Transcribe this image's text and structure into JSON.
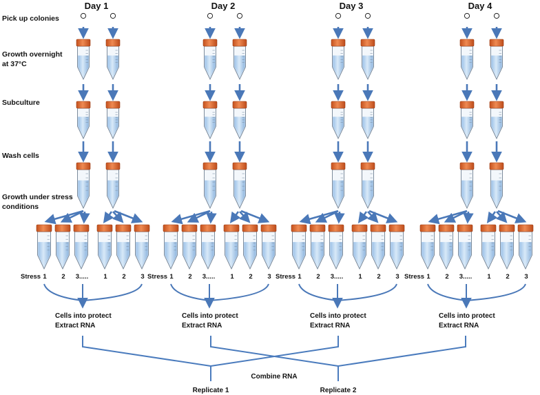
{
  "steps": {
    "pick": "Pick up colonies",
    "growth_1": "Growth overnight",
    "growth_2": "at 37°C",
    "subculture": "Subculture",
    "wash": "Wash cells",
    "stress_1": "Growth under stress",
    "stress_2": "conditions"
  },
  "days": [
    "Day 1",
    "Day 2",
    "Day 3",
    "Day 4"
  ],
  "stress_label": "Stress",
  "tube_numbers": [
    "1",
    "2",
    "3.....",
    "1",
    "2",
    "3"
  ],
  "extract_1": "Cells into protect",
  "extract_2": "Extract RNA",
  "combine": "Combine RNA",
  "replicates": [
    "Replicate 1",
    "Replicate 2"
  ],
  "colors": {
    "arrow": "#4a78b8",
    "cap": "#d9652c",
    "liquid": "#b8d4ee",
    "tube_stroke": "#6f7f91",
    "connector": "#4a7bbd"
  }
}
